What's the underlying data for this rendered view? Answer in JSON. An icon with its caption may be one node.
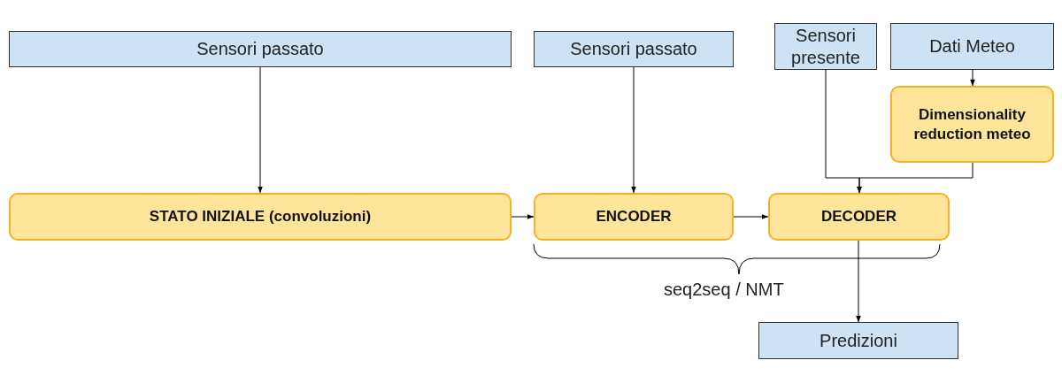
{
  "diagram": {
    "nodes": [
      {
        "text": [
          "Sensori passato"
        ]
      },
      {
        "text": [
          "Sensori passato"
        ]
      },
      {
        "text": [
          "Sensori presente"
        ]
      },
      {
        "text": [
          "Dati Meteo"
        ]
      },
      {
        "text": [
          "Dimensionality reduction meteo"
        ]
      },
      {
        "text": [
          "STATO INIZIALE (convoluzioni)"
        ]
      },
      {
        "text": [
          "ENCODER"
        ]
      },
      {
        "text": [
          "DECODER"
        ]
      },
      {
        "text": [
          "Predizioni"
        ]
      }
    ],
    "edges": [
      {
        "from": 0,
        "to": 5,
        "arrow": "to"
      },
      {
        "from": 1,
        "to": 6,
        "arrow": "to"
      },
      {
        "from": 3,
        "to": 4,
        "arrow": "to"
      },
      {
        "from": 2,
        "to": 7,
        "arrow": "to"
      },
      {
        "from": 4,
        "to": 7,
        "arrow": "to"
      },
      {
        "from": 5,
        "to": 6,
        "arrow": "to"
      },
      {
        "from": 6,
        "to": 7,
        "arrow": "to"
      },
      {
        "from": 7,
        "to": 8,
        "arrow": "to"
      }
    ],
    "labels": [
      "seq2seq / NMT"
    ]
  }
}
